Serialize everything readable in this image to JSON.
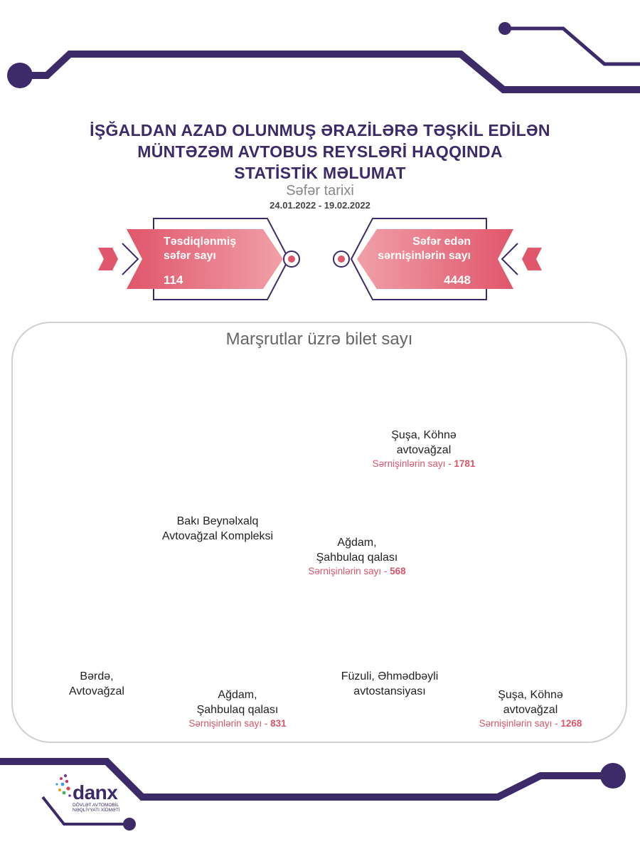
{
  "title": {
    "line1": "İŞĞALDAN AZAD OLUNMUŞ ƏRAZİLƏRƏ TƏŞKİL EDİLƏN",
    "line2": "MÜNTƏZƏM AVTOBUS REYSLƏRİ HAQQINDA",
    "line3": "STATİSTİK MƏLUMAT"
  },
  "trip_date": {
    "label": "Səfər tarixi",
    "range": "24.01.2022 - 19.02.2022"
  },
  "stats": [
    {
      "label_line1": "Təsdiqlənmiş",
      "label_line2": "səfər sayı",
      "value": "114"
    },
    {
      "label_line1": "Səfər edən",
      "label_line2": "sərnişinlərin sayı",
      "value": "4448"
    }
  ],
  "routes_section": {
    "title": "Marşrutlar üzrə bilet sayı",
    "passenger_label": "Sərnişinlərin sayı -",
    "origins": [
      {
        "line1": "Bakı Beynəlxalq",
        "line2": "Avtovağzal Kompleksi"
      },
      {
        "line1": "Bərdə,",
        "line2": "Avtovağzal"
      },
      {
        "line1": "Füzuli, Əhmədbəyli",
        "line2": "avtostansiyası"
      }
    ],
    "destinations": [
      {
        "line1": "Şuşa, Köhnə",
        "line2": "avtovağzal",
        "count": "1781"
      },
      {
        "line1": "Ağdam,",
        "line2": "Şahbulaq qalası",
        "count": "568"
      },
      {
        "line1": "Ağdam,",
        "line2": "Şahbulaq qalası",
        "count": "831"
      },
      {
        "line1": "Şuşa, Köhnə",
        "line2": "avtovağzal",
        "count": "1268"
      }
    ]
  },
  "logo": {
    "name": "danx",
    "subtitle_line1": "DÖVLƏT AVTOMOBİL",
    "subtitle_line2": "NƏQLİYYATI XİDMƏTİ"
  },
  "colors": {
    "primary_purple": "#3d2a68",
    "accent_red": "#d9566a",
    "panel_border": "#d0d0d0"
  }
}
